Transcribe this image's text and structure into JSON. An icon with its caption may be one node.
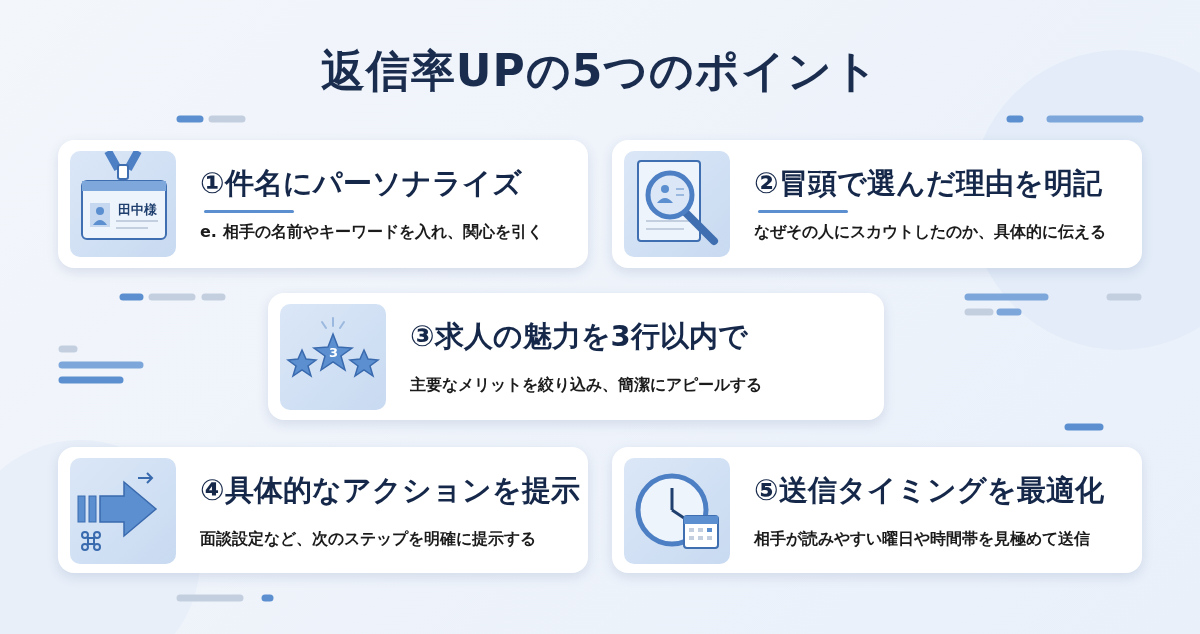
{
  "diagram": {
    "title": "返信率UPの5つのポイント",
    "nodes": [
      {
        "text": [
          "①件名にパーソナライズ",
          "e. 相手の名前やキーワードを入れ、関心を引く"
        ]
      },
      {
        "text": [
          "②冒頭で選んだ理由を明記",
          "なぜその人にスカウトしたのか、具体的に伝える"
        ]
      },
      {
        "text": [
          "③求人の魅力を3行以内で",
          "主要なメリットを絞り込み、簡潔にアピールする"
        ]
      },
      {
        "text": [
          "④具体的なアクションを提示",
          "面談設定など、次のステップを明確に提示する"
        ]
      },
      {
        "text": [
          "⑤送信タイミングを最適化",
          "相手が読みやすい曜日や時間帯を見極めて送信"
        ]
      }
    ],
    "labels": [
      "田中様",
      "3"
    ]
  }
}
